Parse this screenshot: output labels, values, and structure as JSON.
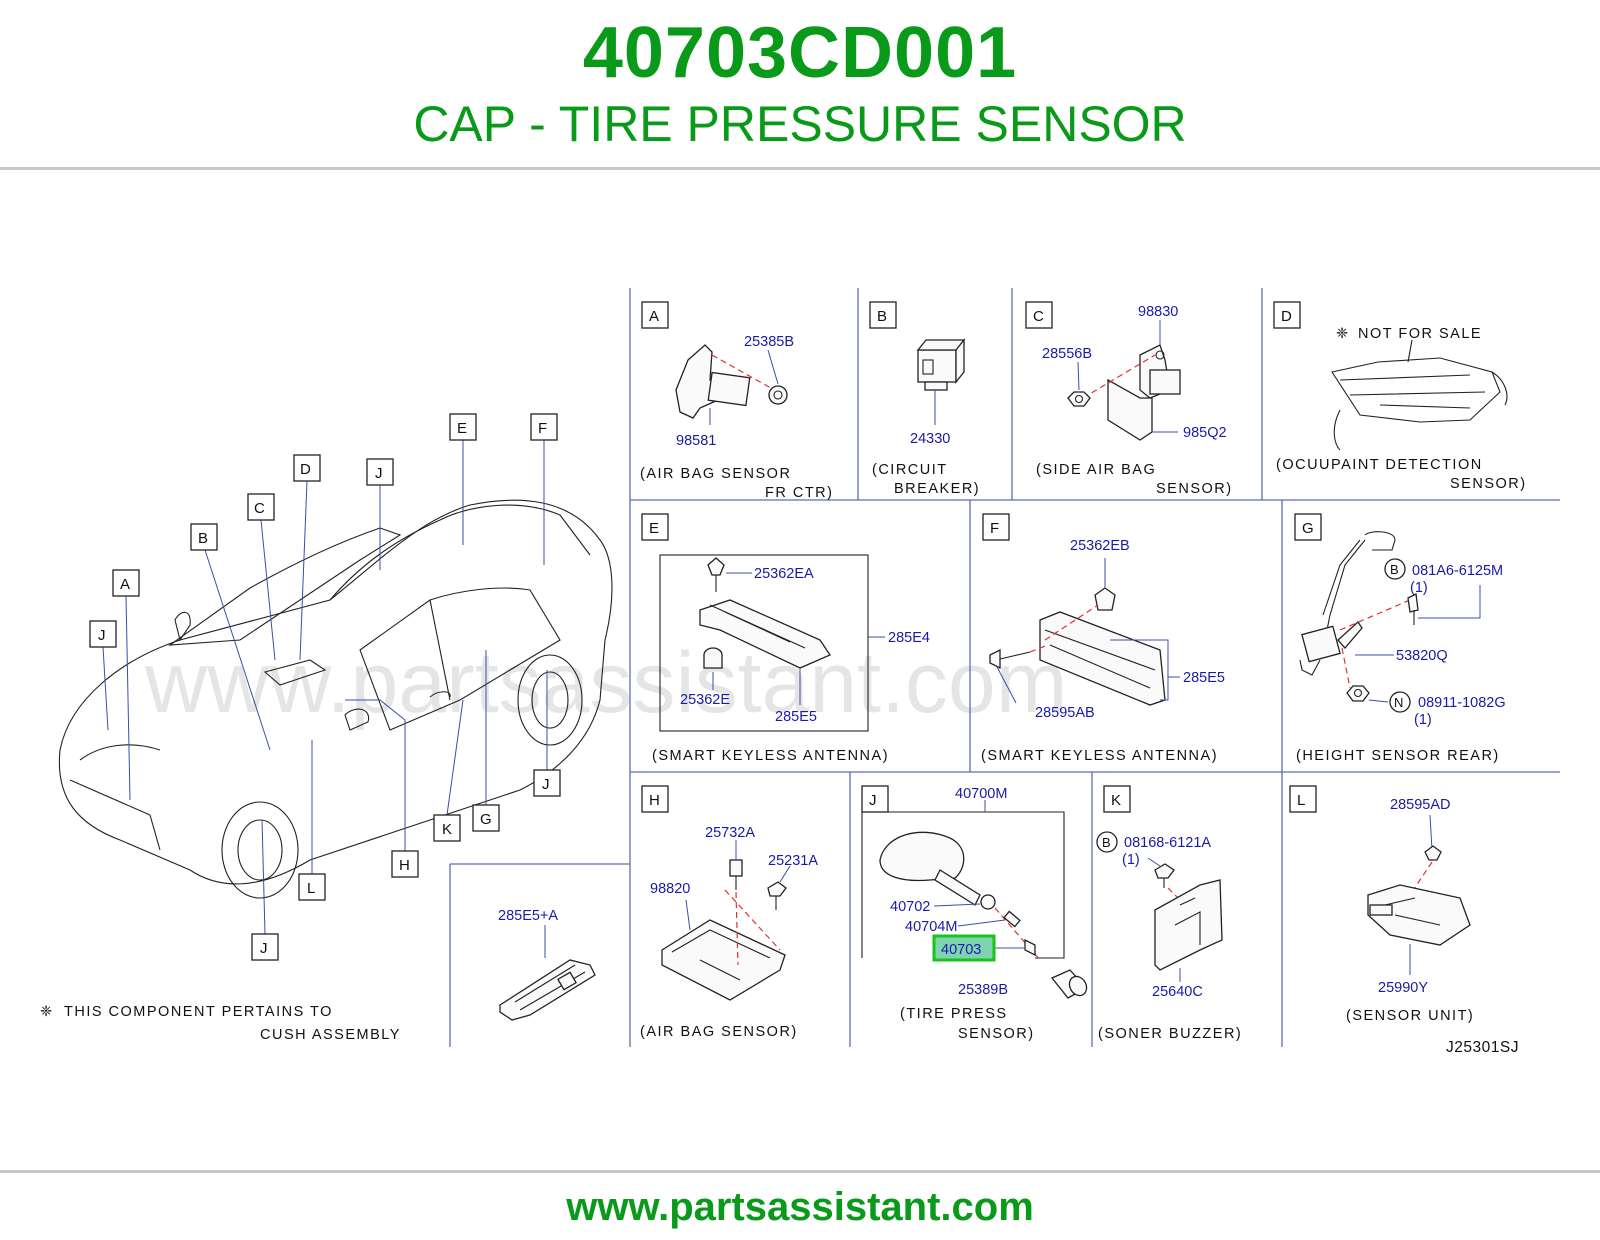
{
  "header": {
    "part_number": "40703CD001",
    "part_name": "CAP - TIRE PRESSURE SENSOR"
  },
  "footer": {
    "url": "www.partsassistant.com"
  },
  "watermark": "www.partsassistant.com",
  "diagram_code": "J25301SJ",
  "note": {
    "line1": "THIS COMPONENT PERTAINS TO",
    "line2": "CUSH ASSEMBLY"
  },
  "car_callouts": [
    "A",
    "B",
    "C",
    "D",
    "E",
    "F",
    "J",
    "J",
    "J",
    "J",
    "H",
    "L",
    "K",
    "G"
  ],
  "panels": {
    "A": {
      "letter": "A",
      "parts": [
        "25385B",
        "98581"
      ],
      "caption": [
        "(AIR BAG SENSOR",
        "FR CTR)"
      ]
    },
    "B": {
      "letter": "B",
      "parts": [
        "24330"
      ],
      "caption": [
        "(CIRCUIT",
        "BREAKER)"
      ]
    },
    "C": {
      "letter": "C",
      "parts": [
        "98830",
        "28556B",
        "985Q2"
      ],
      "caption": [
        "(SIDE AIR BAG",
        "SENSOR)"
      ]
    },
    "D": {
      "letter": "D",
      "parts": [
        "NOT FOR SALE"
      ],
      "caption": [
        "(OCUUPAINT DETECTION",
        "SENSOR)"
      ]
    },
    "E": {
      "letter": "E",
      "parts": [
        "25362EA",
        "285E4",
        "25362E",
        "285E5"
      ],
      "caption": [
        "(SMART KEYLESS ANTENNA)"
      ]
    },
    "F": {
      "letter": "F",
      "parts": [
        "25362EB",
        "285E5",
        "28595AB"
      ],
      "caption": [
        "(SMART KEYLESS ANTENNA)"
      ]
    },
    "G": {
      "letter": "G",
      "parts": [
        "081A6-6125M",
        "(1)",
        "53820Q",
        "08911-1082G",
        "(1)"
      ],
      "symbols": [
        "B",
        "N"
      ],
      "caption": [
        "(HEIGHT SENSOR REAR)"
      ]
    },
    "H": {
      "letter": "H",
      "parts": [
        "25732A",
        "25231A",
        "98820"
      ],
      "caption": [
        "(AIR BAG SENSOR)"
      ]
    },
    "J": {
      "letter": "J",
      "parts": [
        "40700M",
        "40702",
        "40704M",
        "40703",
        "25389B"
      ],
      "highlight": "40703",
      "caption": [
        "(TIRE PRESS",
        "SENSOR)"
      ]
    },
    "K": {
      "letter": "K",
      "parts": [
        "08168-6121A",
        "(1)",
        "25640C"
      ],
      "symbols": [
        "B"
      ],
      "caption": [
        "(SONER BUZZER)"
      ]
    },
    "L": {
      "letter": "L",
      "parts": [
        "28595AD",
        "25990Y"
      ],
      "caption": [
        "(SENSOR UNIT)"
      ]
    },
    "extra": {
      "parts": [
        "285E5+A"
      ]
    }
  },
  "colors": {
    "brand_green": "#0a9a1a",
    "label_blue": "#1a1aa8",
    "highlight_fill": "#7fd3b0",
    "highlight_border": "#19c219",
    "dash_red": "#e03030"
  }
}
